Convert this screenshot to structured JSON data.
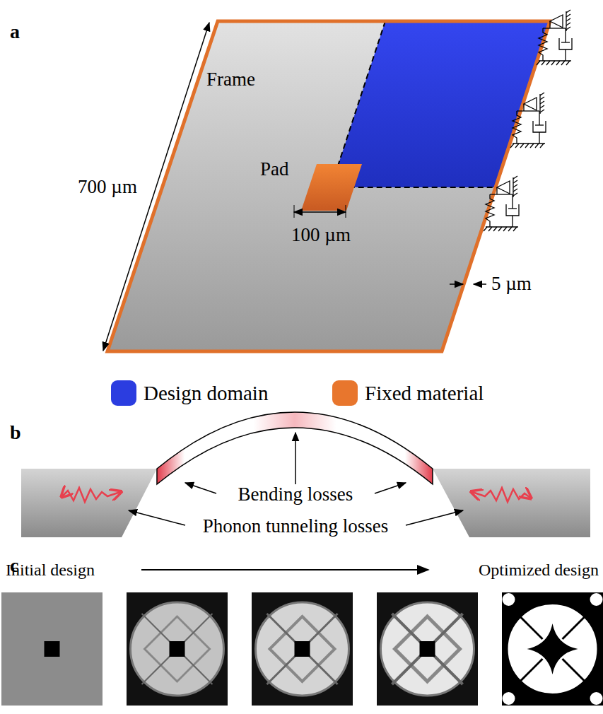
{
  "diagram": {
    "labels": [
      "a",
      "Frame",
      "Pad",
      "700 µm",
      "100 µm",
      "5 µm",
      "b",
      "Bending losses",
      "Phonon tunneling losses",
      "c",
      "Initial design",
      "Optimized design"
    ],
    "legend": [
      {
        "text": "Design domain",
        "color": "#2b3de0"
      },
      {
        "text": "Fixed material",
        "color": "#e8762d"
      }
    ]
  }
}
